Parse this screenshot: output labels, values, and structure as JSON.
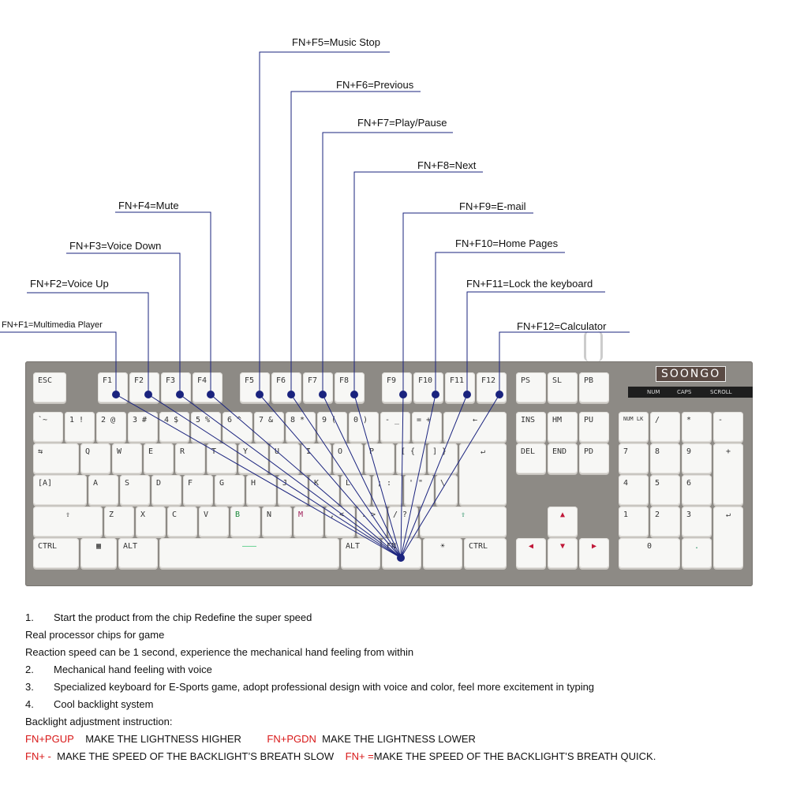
{
  "callouts": [
    {
      "key": "F1",
      "text": "FN+F1=Multimedia Player"
    },
    {
      "key": "F2",
      "text": "FN+F2=Voice Up"
    },
    {
      "key": "F3",
      "text": "FN+F3=Voice Down"
    },
    {
      "key": "F4",
      "text": "FN+F4=Mute"
    },
    {
      "key": "F5",
      "text": "FN+F5=Music Stop"
    },
    {
      "key": "F6",
      "text": "FN+F6=Previous"
    },
    {
      "key": "F7",
      "text": "FN+F7=Play/Pause"
    },
    {
      "key": "F8",
      "text": "FN+F8=Next"
    },
    {
      "key": "F9",
      "text": "FN+F9=E-mail"
    },
    {
      "key": "F10",
      "text": "FN+F10=Home Pages"
    },
    {
      "key": "F11",
      "text": "FN+F11=Lock the keyboard"
    },
    {
      "key": "F12",
      "text": "FN+F12=Calculator"
    }
  ],
  "keyboard": {
    "brand": "SOONGO",
    "indicators": [
      "NUM",
      "CAPS",
      "SCROLL"
    ],
    "keys": {
      "esc": "ESC",
      "f1": "F1",
      "f2": "F2",
      "f3": "F3",
      "f4": "F4",
      "f5": "F5",
      "f6": "F6",
      "f7": "F7",
      "f8": "F8",
      "f9": "F9",
      "f10": "F10",
      "f11": "F11",
      "f12": "F12",
      "ps": "PS",
      "sl": "SL",
      "pb": "PB",
      "ins": "INS",
      "hm": "HM",
      "pu": "PU",
      "del": "DEL",
      "end": "END",
      "pd": "PD",
      "numlk": "NUM LK",
      "ctrl_l": "CTRL",
      "alt_l": "ALT",
      "alt_r": "ALT",
      "fn": "FN",
      "ctrl_r": "CTRL",
      "q": "Q",
      "w": "W",
      "e": "E",
      "r": "R",
      "t": "T",
      "y": "Y",
      "u": "U",
      "i": "I",
      "o": "O",
      "p": "P",
      "a": "A",
      "s": "S",
      "d": "D",
      "f": "F",
      "g": "G",
      "h": "H",
      "j": "J",
      "k": "K",
      "l": "L",
      "z": "Z",
      "x": "X",
      "c": "C",
      "v": "V",
      "b": "B",
      "n": "N",
      "m": "M"
    }
  },
  "description": {
    "line1_num": "1.",
    "line1": "Start the product from the chip    Redefine the super speed",
    "line2": "Real processor chips for game",
    "line3": "Reaction speed can be 1 second, experience the mechanical hand feeling from within",
    "line4_num": "2.",
    "line4": "Mechanical hand feeling with voice",
    "line5_num": "3.",
    "line5": "Specialized keyboard for E-Sports game, adopt professional design with voice and color, feel more excitement in typing",
    "line6_num": "4.",
    "line6": "Cool backlight system",
    "line7": "Backlight adjustment instruction:",
    "bl1_key": "FN+PGUP",
    "bl1_text": "MAKE THE LIGHTNESS HIGHER",
    "bl2_key": "FN+PGDN",
    "bl2_text": "MAKE THE LIGHTNESS LOWER",
    "bl3_key": "FN+ -",
    "bl3_text": "MAKE THE SPEED OF THE BACKLIGHT’S BREATH SLOW",
    "bl4_key": "FN+ =",
    "bl4_text": "MAKE THE SPEED OF THE BACKLIGHT’S BREATH QUICK."
  },
  "colors": {
    "line": "#1a237e",
    "accent_red": "#d81818",
    "case": "#8d8a85",
    "key": "#f7f7f5"
  }
}
